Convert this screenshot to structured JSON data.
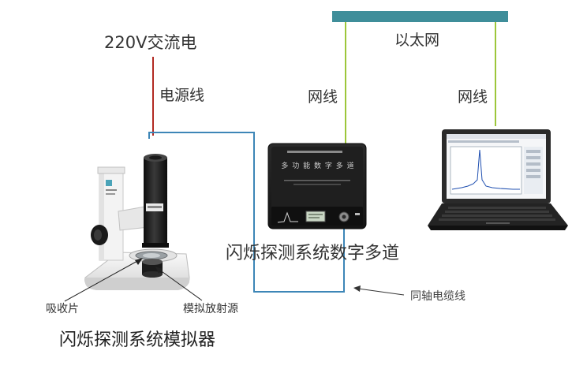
{
  "labels": {
    "ac_power": "220V交流电",
    "ethernet": "以太网",
    "power_cable": "电源线",
    "network_cable_1": "网线",
    "network_cable_2": "网线",
    "mca_unit": "闪烁探测系统数字多道",
    "coax_cable": "同轴电缆线",
    "absorber": "吸收片",
    "simulated_source": "模拟放射源",
    "simulator": "闪烁探测系统模拟器"
  },
  "device_panel_text": "多 功 能 数 字 多 道",
  "colors": {
    "ethernet_bar": "#3f8e9a",
    "network_cable": "#9cc63a",
    "power_cable": "#b22a22",
    "coax_cable": "#3d86b7",
    "mca_body": "#1b1b1b",
    "laptop_body": "#222222"
  }
}
